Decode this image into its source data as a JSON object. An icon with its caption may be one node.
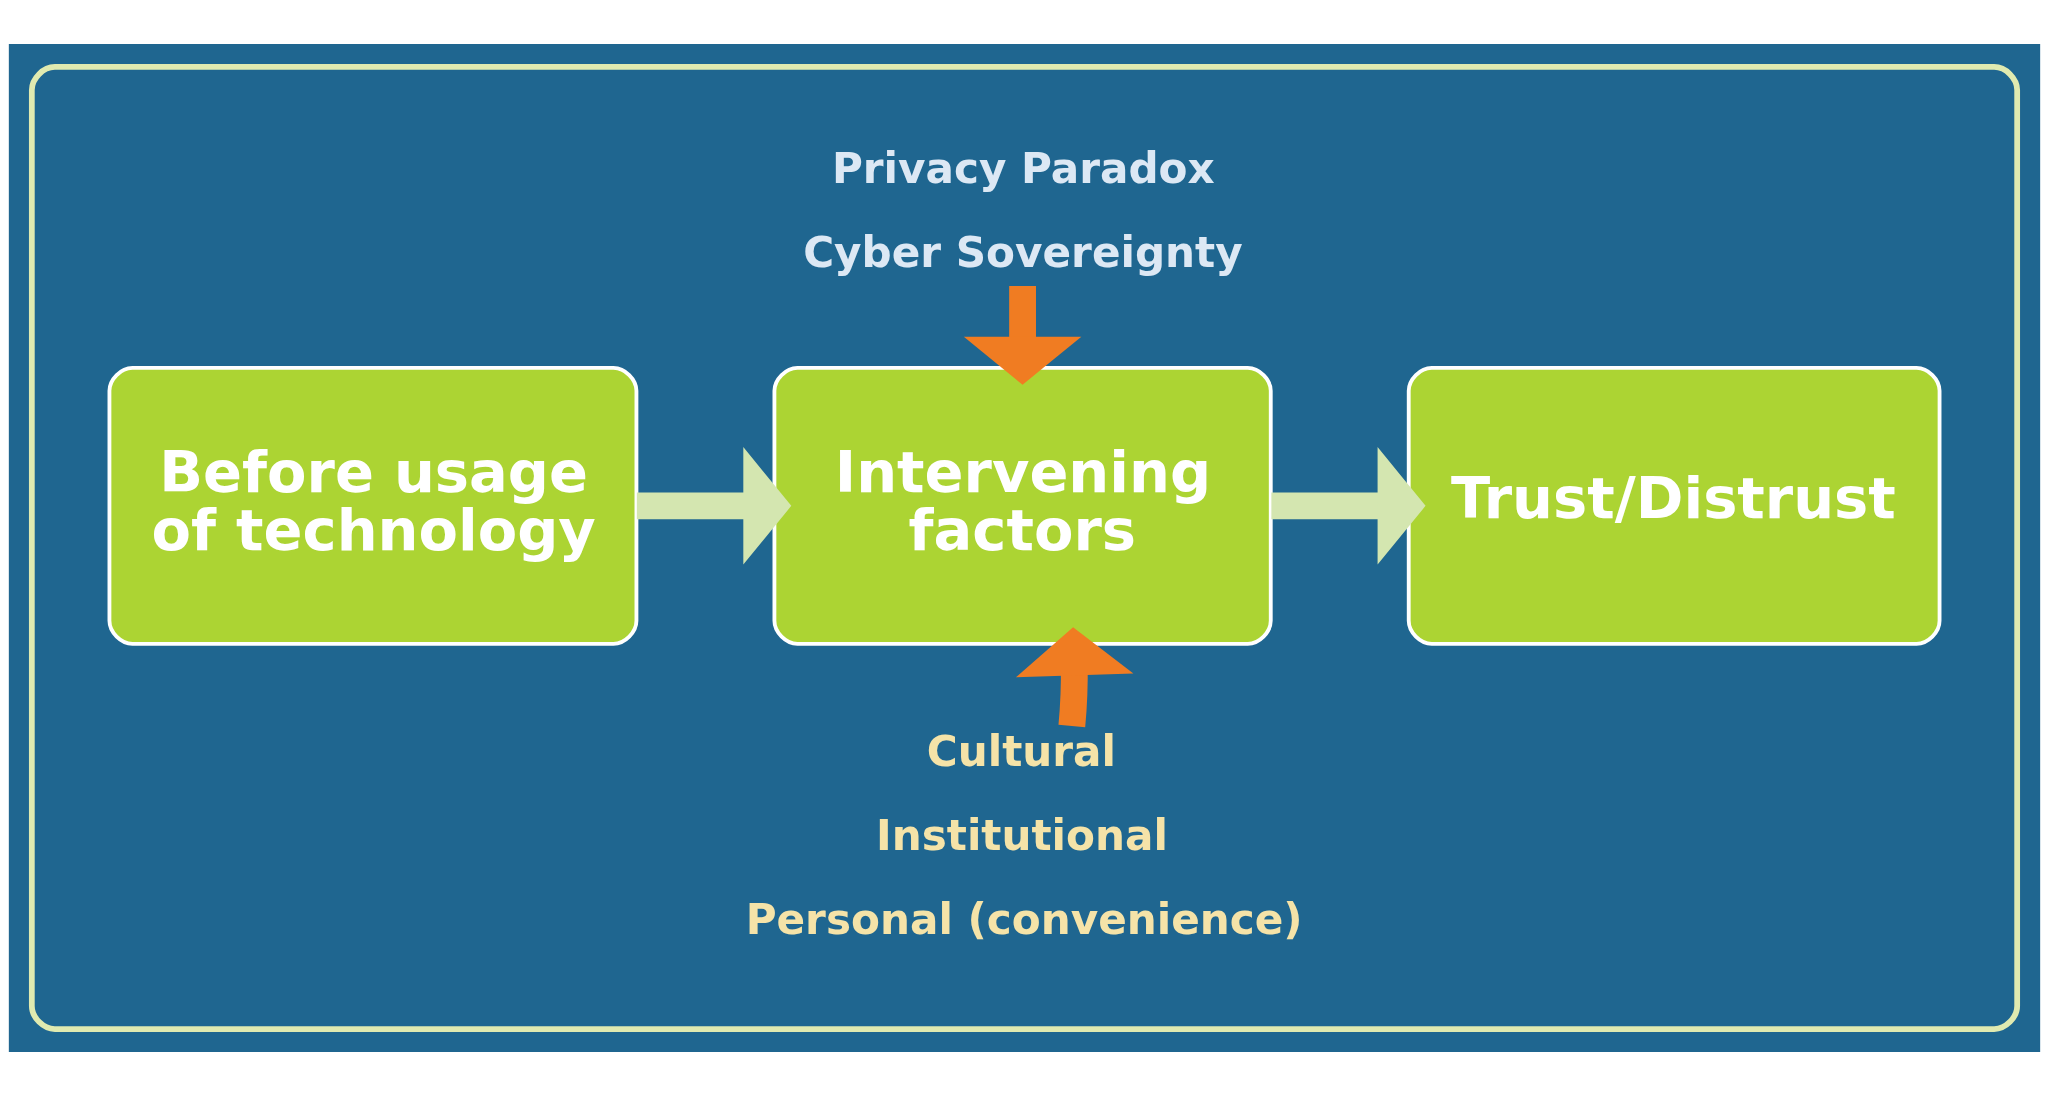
{
  "diagram": {
    "nodes": [
      {
        "text": [],
        "shape": "box"
      },
      {
        "text": [
          "Before usage of technology"
        ],
        "in": 0
      },
      {
        "text": [
          "Intervening factors"
        ],
        "in": 0
      },
      {
        "text": [
          "Trust/Distrust"
        ],
        "in": 0
      },
      {
        "text": [
          "Privacy Paradox",
          "Cyber Sovereignty"
        ],
        "in": 0
      },
      {
        "text": [
          "Cultural",
          "Institutional",
          "Personal (convenience)"
        ],
        "in": 0
      }
    ],
    "edges": [
      {
        "from": 1,
        "to": 2,
        "arrow": "to",
        "color": "#d4e6b0"
      },
      {
        "from": 2,
        "to": 3,
        "arrow": "to",
        "color": "#d4e6b0"
      },
      {
        "from": 4,
        "to": 2,
        "arrow": "to",
        "color": "#f07c22"
      },
      {
        "from": 5,
        "to": 2,
        "arrow": "to",
        "color": "#f07c22"
      }
    ]
  }
}
